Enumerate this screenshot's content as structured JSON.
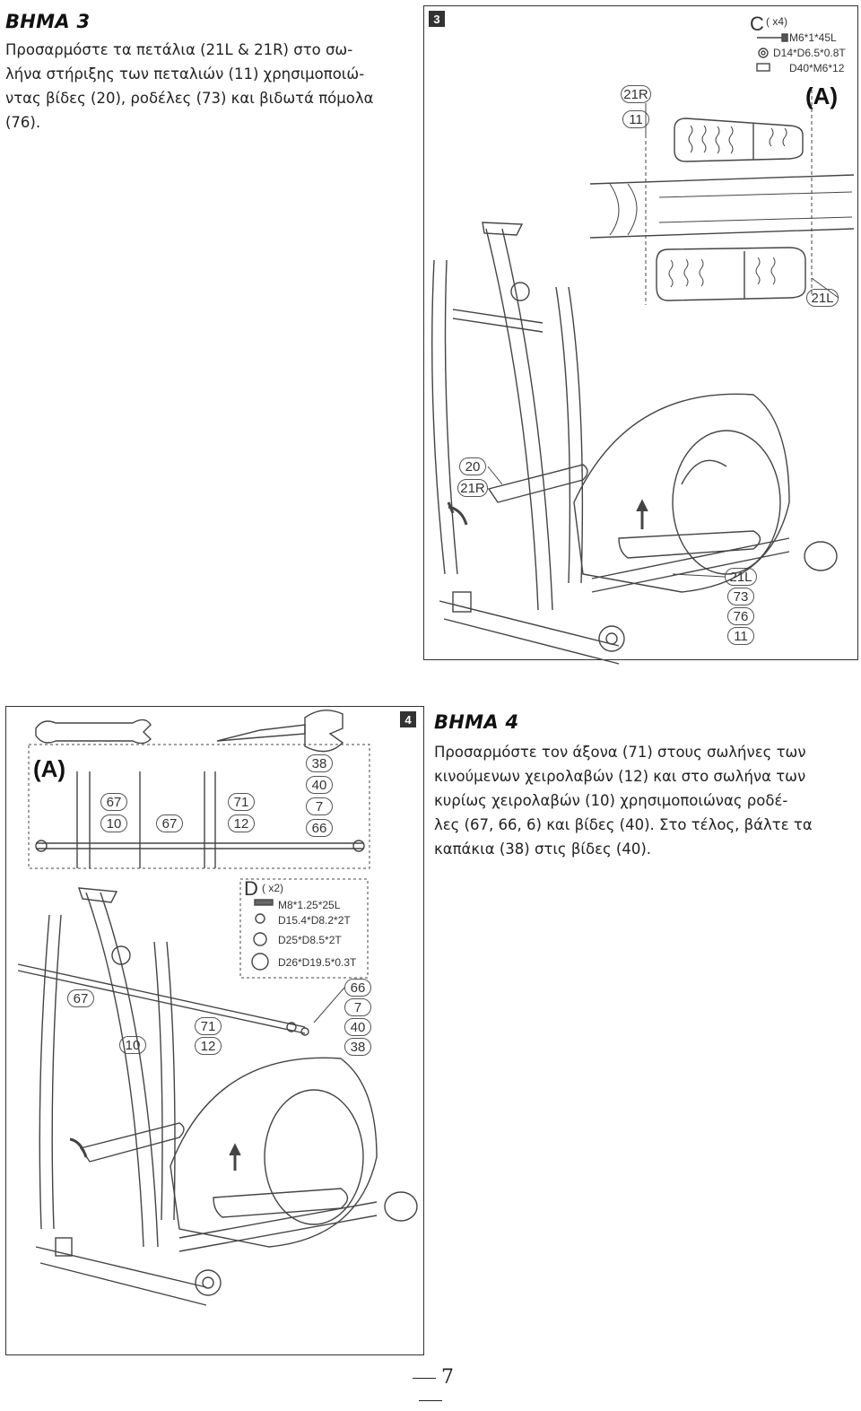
{
  "step3": {
    "title": "ΒΗΜΑ 3",
    "lines": [
      "Προσαρμόστε τα πετάλια (21L & 21R) στο σω-",
      "λήνα στήριξης των πεταλιών (11) χρησιμοποιώ-",
      "ντας βίδες (20), ροδέλες (73) και βιδωτά πόμολα",
      "(76)."
    ],
    "number": "3",
    "hardware_title": "C",
    "hardware_qty": "( x4)",
    "hardware": [
      "M6*1*45L",
      "D14*D6.5*0.8T",
      "D40*M6*12"
    ],
    "detail_label": "(A)",
    "callouts_top": [
      "21R",
      "11"
    ],
    "callout_21L_top": "21L",
    "callouts_mid": [
      "20",
      "21R"
    ],
    "callouts_bottom": [
      "21L",
      "73",
      "76",
      "11"
    ]
  },
  "step4": {
    "title": "ΒΗΜΑ 4",
    "lines": [
      "Προσαρμόστε τον άξονα (71) στους σωλήνες των",
      "κινούμενων χειρολαβών (12) και στο σωλήνα των",
      "κυρίως χειρολαβών (10) χρησιμοποιώνας ροδέ-",
      "λες (67, 66, 6) και βίδες (40). Στο τέλος, βάλτε τα",
      "καπάκια (38) στις βίδες (40)."
    ],
    "number": "4",
    "detail_label": "(A)",
    "detail_callouts": {
      "a": [
        "67",
        "10"
      ],
      "b": [
        "67"
      ],
      "c": [
        "71",
        "12"
      ],
      "d": [
        "38",
        "40",
        "7",
        "66"
      ]
    },
    "hardware_title": "D",
    "hardware_qty": "( x2)",
    "hardware": [
      "M8*1.25*25L",
      "D15.4*D8.2*2T",
      "D25*D8.5*2T",
      "D26*D19.5*0.3T"
    ],
    "main_callouts": {
      "left": [
        "67"
      ],
      "mid": [
        "10"
      ],
      "axle": [
        "71",
        "12"
      ],
      "right": [
        "66",
        "7",
        "40",
        "38"
      ]
    }
  },
  "page_number": "7"
}
